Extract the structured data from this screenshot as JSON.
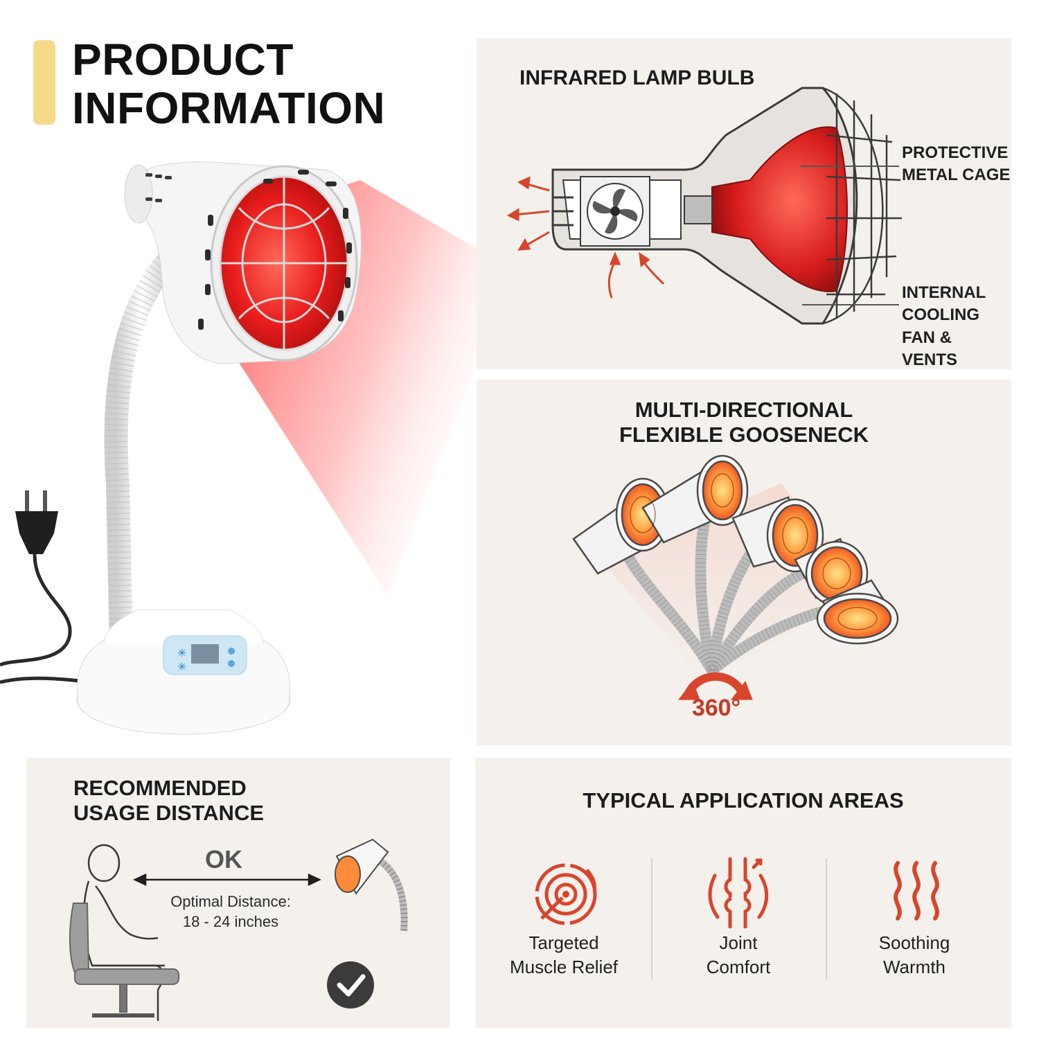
{
  "header": {
    "title_line1": "PRODUCT",
    "title_line2": "INFORMATION"
  },
  "colors": {
    "accent_yellow": "#f7d98a",
    "infrared_red": "#e62424",
    "panel_bg": "#f4f1ed",
    "icon_red": "#d9452c"
  },
  "bulb_panel": {
    "title": "INFRARED LAMP BULB",
    "callout_cage_line1": "PROTECTIVE",
    "callout_cage_line2": "METAL CAGE",
    "callout_fan_line1": "INTERNAL",
    "callout_fan_line2": "COOLING",
    "callout_fan_line3": "FAN & VENTS"
  },
  "gooseneck_panel": {
    "title_line1": "MULTI-DIRECTIONAL",
    "title_line2": "FLEXIBLE GOOSENECK",
    "rotation_label": "360°"
  },
  "distance_panel": {
    "title_line1": "RECOMMENDED",
    "title_line2": "USAGE DISTANCE",
    "ok_label": "OK",
    "distance_label_line1": "Optimal Distance:",
    "distance_label_line2": "18 - 24 inches"
  },
  "areas_panel": {
    "title": "TYPICAL APPLICATION AREAS",
    "items": [
      {
        "icon": "target-icon",
        "line1": "Targeted",
        "line2": "Muscle Relief"
      },
      {
        "icon": "joint-icon",
        "line1": "Joint",
        "line2": "Comfort"
      },
      {
        "icon": "heat-waves-icon",
        "line1": "Soothing",
        "line2": "Warmth"
      }
    ]
  }
}
